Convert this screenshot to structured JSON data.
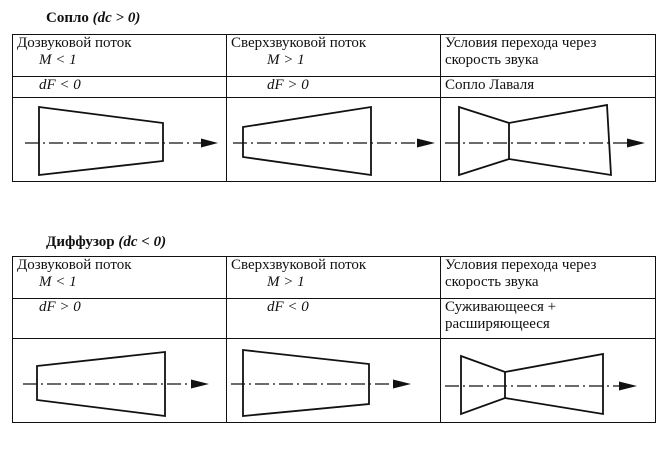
{
  "nozzle": {
    "title": "Сопло",
    "condition": "(dc > 0)",
    "headers": [
      "Дозвуковой поток",
      "Сверхзвуковой поток",
      "Условия перехода через скорость звука"
    ],
    "mach": [
      "M < 1",
      "M > 1"
    ],
    "area": [
      "dF < 0",
      "dF > 0",
      "Сопло Лаваля"
    ]
  },
  "diffuser": {
    "title": "Диффузор",
    "condition": "(dc < 0)",
    "headers": [
      "Дозвуковой поток",
      "Сверхзвуковой поток",
      "Условия перехода через скорость звука"
    ],
    "mach": [
      "M < 1",
      "M > 1"
    ],
    "area": [
      "dF > 0",
      "dF < 0",
      "Суживающееся + расширяющееся"
    ]
  },
  "icons": [
    "nozzle-converging-icon",
    "nozzle-diverging-icon",
    "laval-nozzle-icon",
    "diffuser-diverging-icon",
    "diffuser-converging-icon",
    "laval-diffuser-icon"
  ]
}
